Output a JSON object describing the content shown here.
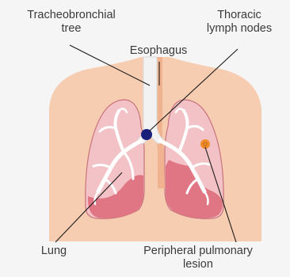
{
  "labels": {
    "tracheobronchial": [
      "Tracheobronchial",
      "tree"
    ],
    "thoracic": [
      "Thoracic",
      "lymph nodes"
    ],
    "esophagus": "Esophagus",
    "lung": "Lung",
    "peripheral": [
      "Peripheral pulmonary",
      "lesion"
    ]
  },
  "colors": {
    "background": "#f5f5f6",
    "body": "#f7cdb2",
    "lung": "#f3c2c6",
    "lung_lower": "#e07683",
    "lung_outline": "#c8737b",
    "trachea": "#f2f2f2",
    "esophagus": "#f0b28f",
    "bronchi": "#ffffff",
    "lymph_node": "#1a1f7a",
    "lesion": "#f08d2b",
    "leader_line": "#1a1a1a"
  }
}
